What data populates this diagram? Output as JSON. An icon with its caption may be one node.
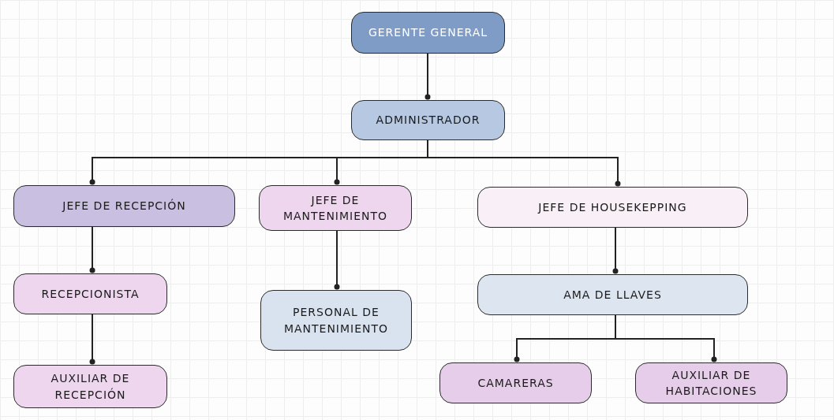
{
  "diagram": {
    "nodes": [
      {
        "text": [
          "GERENTE GENERAL"
        ]
      },
      {
        "text": [
          "ADMINISTRADOR"
        ]
      },
      {
        "text": [
          "JEFE DE RECEPCIÓN"
        ]
      },
      {
        "text": [
          "JEFE DE MANTENIMIENTO"
        ]
      },
      {
        "text": [
          "JEFE DE HOUSEKEPPING"
        ]
      },
      {
        "text": [
          "RECEPCIONISTA"
        ]
      },
      {
        "text": [
          "PERSONAL DE MANTENIMIENTO"
        ]
      },
      {
        "text": [
          "AMA DE LLAVES"
        ]
      },
      {
        "text": [
          "AUXILIAR DE RECEPCIÓN"
        ]
      },
      {
        "text": [
          "CAMARERAS"
        ]
      },
      {
        "text": [
          "AUXILIAR DE HABITACIONES"
        ]
      }
    ],
    "edges": [
      {
        "from": 0,
        "to": 1,
        "arrow": "other"
      },
      {
        "from": 1,
        "to": 2,
        "arrow": "other"
      },
      {
        "from": 1,
        "to": 3,
        "arrow": "other"
      },
      {
        "from": 1,
        "to": 4,
        "arrow": "other"
      },
      {
        "from": 2,
        "to": 5,
        "arrow": "other"
      },
      {
        "from": 3,
        "to": 6,
        "arrow": "other"
      },
      {
        "from": 4,
        "to": 7,
        "arrow": "other"
      },
      {
        "from": 5,
        "to": 8,
        "arrow": "other"
      },
      {
        "from": 7,
        "to": 9,
        "arrow": "other"
      },
      {
        "from": 7,
        "to": 10,
        "arrow": "other"
      }
    ]
  }
}
